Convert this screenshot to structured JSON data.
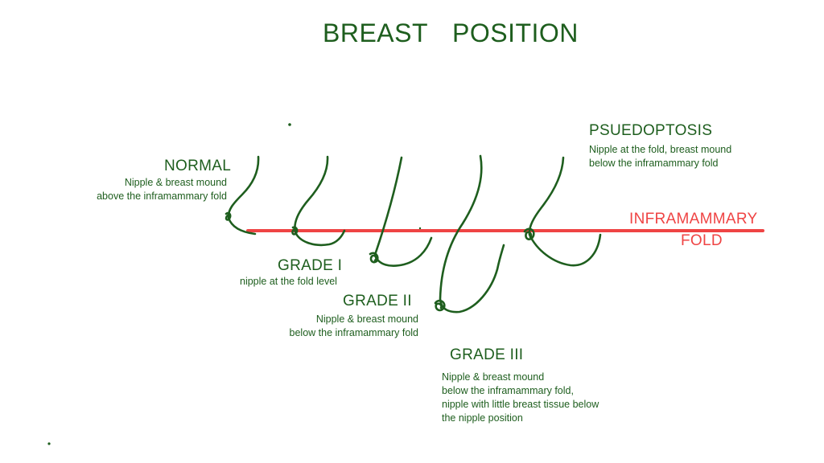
{
  "title": {
    "word1": "BREAST",
    "word2": "POSITION"
  },
  "stages": [
    {
      "id": "normal",
      "heading": "NORMAL",
      "description": "Nipple & breast mound\nabove the inframammary fold"
    },
    {
      "id": "grade-1",
      "heading": "GRADE I",
      "description": "nipple at the fold level"
    },
    {
      "id": "grade-2",
      "heading": "GRADE II",
      "description": "Nipple & breast mound\nbelow the inframammary fold"
    },
    {
      "id": "grade-3",
      "heading": "GRADE III",
      "description": "Nipple & breast mound\nbelow the inframammary fold,\nnipple with little breast tissue below\nthe nipple position"
    },
    {
      "id": "pseudoptosis",
      "heading": "PSUEDOPTOSIS",
      "description": "Nipple at the fold, breast mound\nbelow the inframammary fold"
    }
  ],
  "fold_label": {
    "line1": "INFRAMAMMARY",
    "line2": "FOLD"
  },
  "colors": {
    "ink": "#1e5e1e",
    "fold_line": "#ef4444"
  }
}
